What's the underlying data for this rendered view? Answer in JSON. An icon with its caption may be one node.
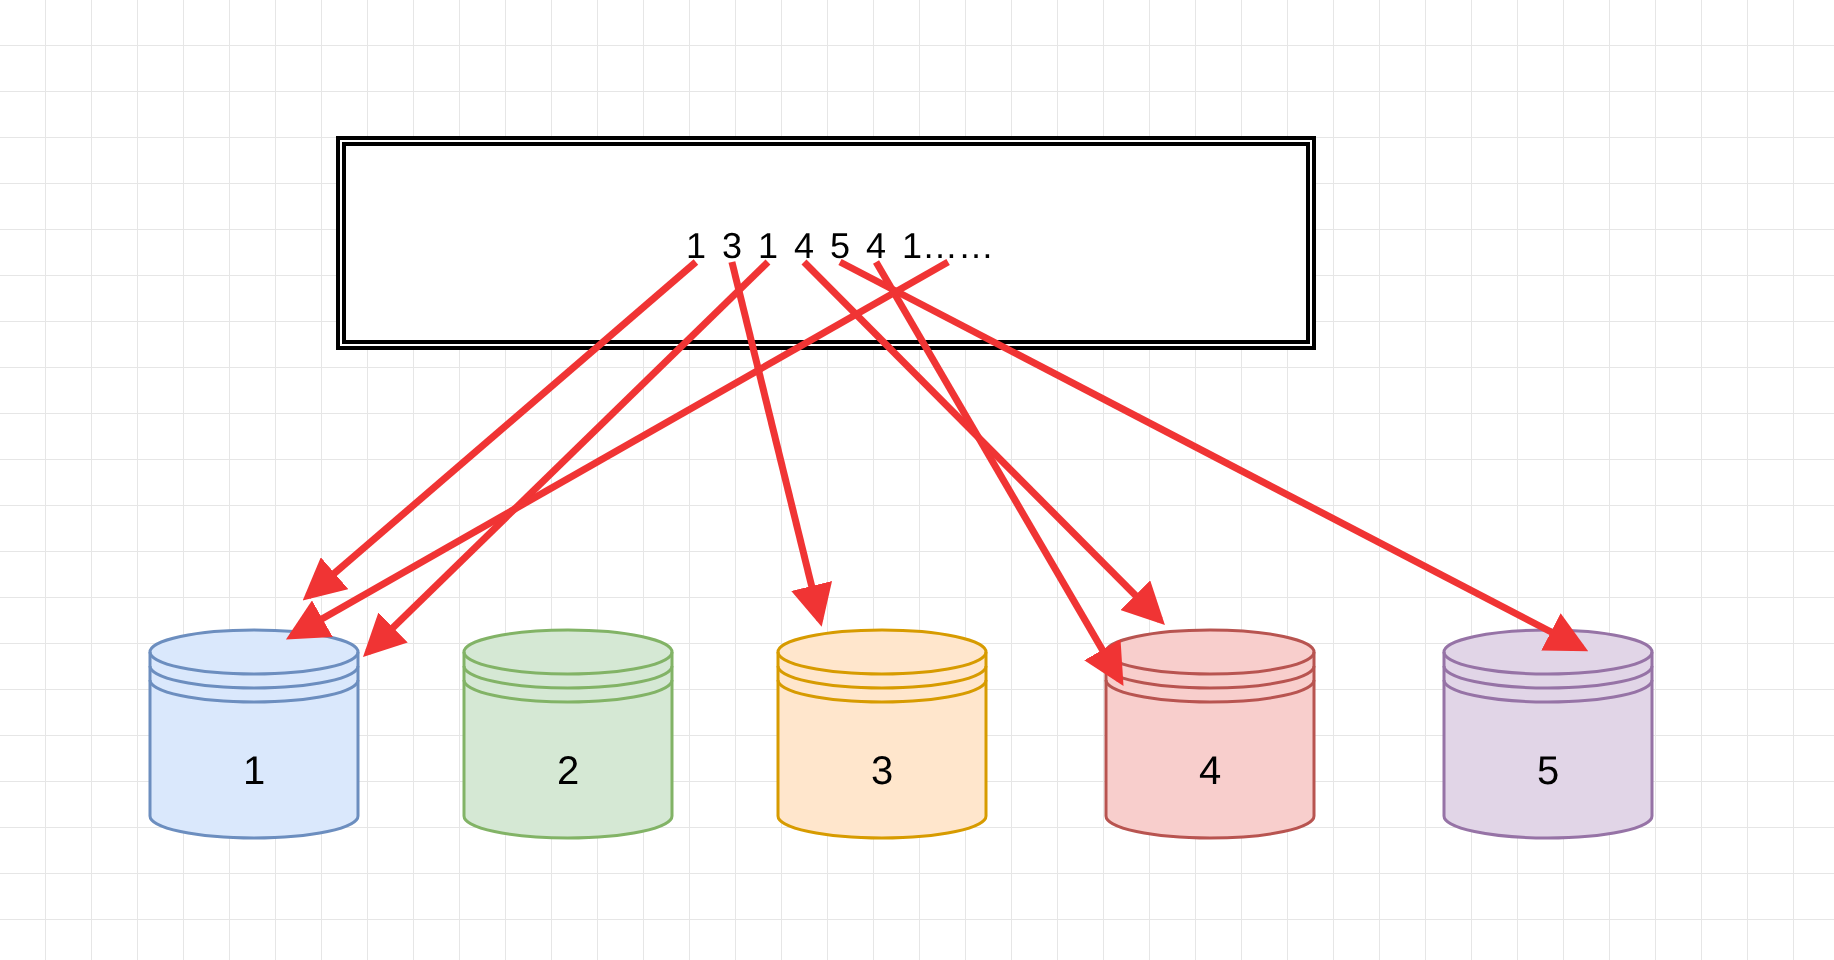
{
  "diagram": {
    "nodes": [
      {
        "text": [],
        "shape": "box"
      },
      {
        "text": [
          "1"
        ],
        "in": 0
      },
      {
        "text": [
          "3"
        ],
        "in": 0
      },
      {
        "text": [
          "1"
        ],
        "in": 0
      },
      {
        "text": [
          "4"
        ],
        "in": 0
      },
      {
        "text": [
          "5"
        ],
        "in": 0
      },
      {
        "text": [
          "4"
        ],
        "in": 0
      },
      {
        "text": [
          "1……"
        ],
        "in": 0
      },
      {
        "text": [
          "1"
        ]
      },
      {
        "text": [
          "2"
        ]
      },
      {
        "text": [
          "3"
        ]
      },
      {
        "text": [
          "4"
        ]
      },
      {
        "text": [
          "5"
        ]
      }
    ],
    "edges": [
      {
        "from": 1,
        "to": 8,
        "arrow": "to"
      },
      {
        "from": 2,
        "to": 10,
        "arrow": "to"
      },
      {
        "from": 3,
        "to": 8,
        "arrow": "to"
      },
      {
        "from": 4,
        "to": 11,
        "arrow": "to"
      },
      {
        "from": 5,
        "to": 12,
        "arrow": "to"
      },
      {
        "from": 6,
        "to": 11,
        "arrow": "to"
      },
      {
        "from": 7,
        "to": 8,
        "arrow": "to"
      }
    ]
  }
}
